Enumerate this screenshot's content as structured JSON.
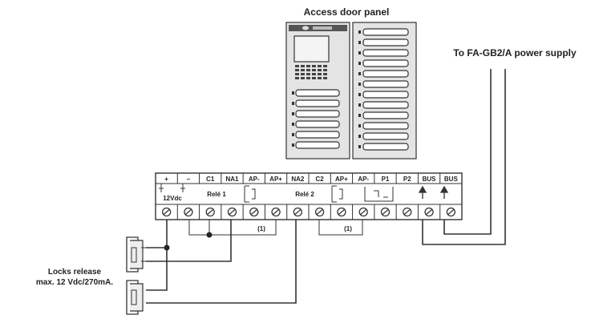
{
  "title": "Access door panel",
  "power_label": "To FA-GB2/A power supply",
  "locks_label_line1": "Locks release",
  "locks_label_line2": "max. 12 Vdc/270mA.",
  "terminals": [
    "+",
    "–",
    "C1",
    "NA1",
    "AP-",
    "AP+",
    "NA2",
    "C2",
    "AP+",
    "AP-",
    "P1",
    "P2",
    "BUS",
    "BUS"
  ],
  "group_12vdc": "12Vdc",
  "group_rele1": "Relé 1",
  "group_rele2": "Relé 2",
  "note_1": "(1)",
  "note_2": "(1)",
  "colors": {
    "line": "#333333",
    "panel_fill": "#e4e4e4",
    "panel_dark": "#555555"
  }
}
